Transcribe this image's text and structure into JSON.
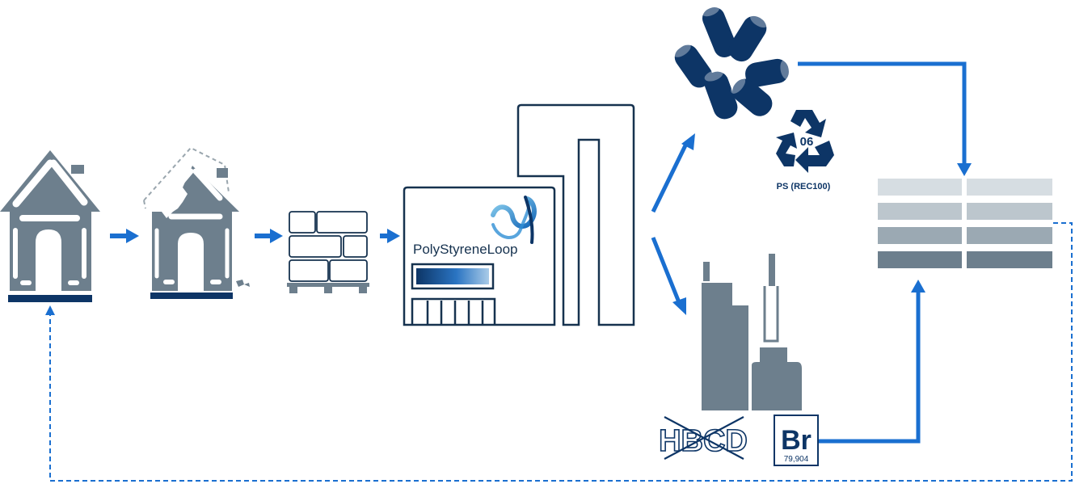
{
  "plant": {
    "brand_name": "PolyStyreneLoop"
  },
  "recycled_polymer": {
    "recycling_code": "06",
    "caption": "PS (REC100)"
  },
  "removed_substance": {
    "label": "HBCD"
  },
  "bromine_element": {
    "symbol": "Br",
    "atomic_mass": "79,904"
  },
  "colors": {
    "flow_arrow": "#1a6fd0",
    "navy": "#0d3566",
    "slate": "#6d7f8d",
    "outline": "#16324f",
    "light_slate": "#9aa6ae"
  },
  "icons": [
    "house-icon",
    "demolished-house-icon",
    "bricks-pallet-icon",
    "recycling-plant-icon",
    "polystyrene-pellets-icon",
    "recycle-symbol-icon",
    "industry-icon",
    "bromine-element-icon",
    "insulation-boards-icon"
  ]
}
